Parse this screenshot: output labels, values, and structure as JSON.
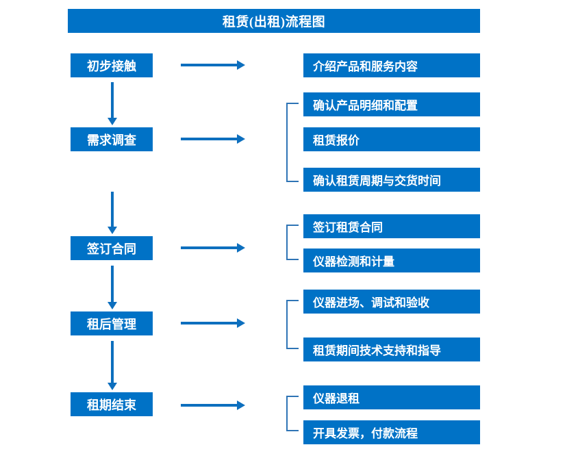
{
  "diagram": {
    "title": "租赁(出租)流程图",
    "colors": {
      "box": "#0072c6",
      "arrow": "#0d6fbe",
      "bracket": "#2e74b5",
      "text": "#ffffff",
      "background": "#ffffff"
    },
    "stages": [
      {
        "id": "stage-1",
        "label": "初步接触"
      },
      {
        "id": "stage-2",
        "label": "需求调查"
      },
      {
        "id": "stage-3",
        "label": "签订合同"
      },
      {
        "id": "stage-4",
        "label": "租后管理"
      },
      {
        "id": "stage-5",
        "label": "租期结束"
      }
    ],
    "details": [
      {
        "id": "detail-1",
        "label": "介绍产品和服务内容"
      },
      {
        "id": "detail-2",
        "label": "确认产品明细和配置"
      },
      {
        "id": "detail-3",
        "label": "租赁报价"
      },
      {
        "id": "detail-4",
        "label": "确认租赁周期与交货时间"
      },
      {
        "id": "detail-5",
        "label": "签订租赁合同"
      },
      {
        "id": "detail-6",
        "label": "仪器检测和计量"
      },
      {
        "id": "detail-7",
        "label": "仪器进场、调试和验收"
      },
      {
        "id": "detail-8",
        "label": "租赁期间技术支持和指导"
      },
      {
        "id": "detail-9",
        "label": "仪器退租"
      },
      {
        "id": "detail-10",
        "label": "开具发票，付款流程"
      }
    ],
    "connectors": {
      "horizontal_arrow_count": 5,
      "vertical_arrow_count": 4,
      "bracket_count": 4
    }
  }
}
